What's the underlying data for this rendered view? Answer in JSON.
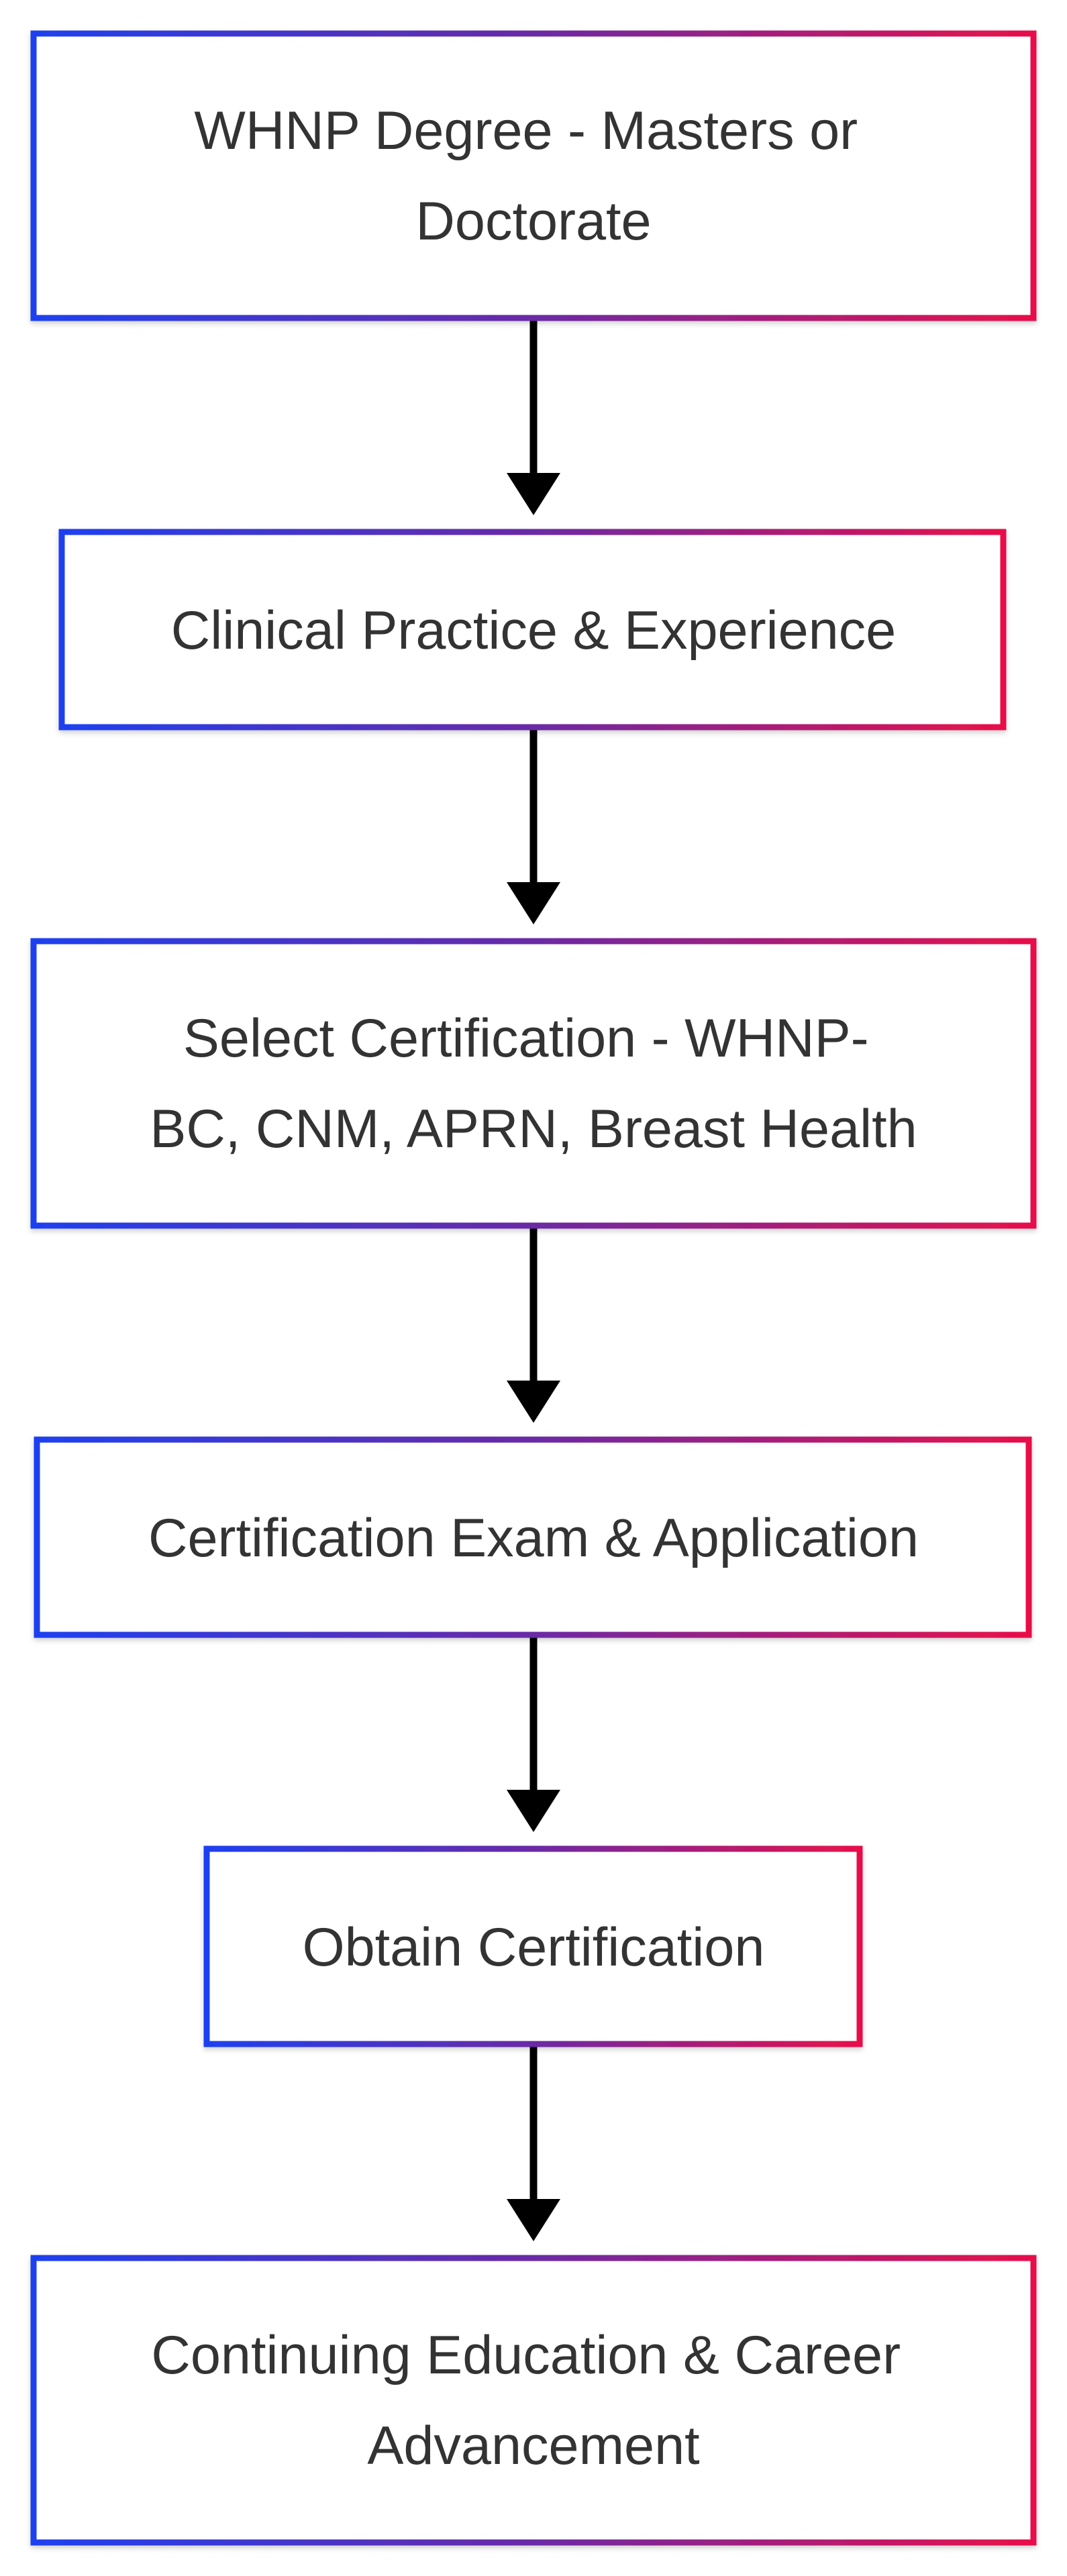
{
  "diagram": {
    "type": "flowchart",
    "direction": "top-to-bottom",
    "colors": {
      "border_start": "#1e40f0",
      "border_mid": "#6a2aa6",
      "border_end": "#e8104a",
      "node_fill": "#ffffff",
      "text": "#333333",
      "arrow": "#000000"
    },
    "nodes": [
      {
        "id": "degree",
        "lines": [
          "WHNP Degree - Masters or",
          "Doctorate"
        ]
      },
      {
        "id": "clinical",
        "lines": [
          "Clinical Practice & Experience"
        ]
      },
      {
        "id": "select",
        "lines": [
          "Select Certification - WHNP-",
          "BC, CNM, APRN, Breast Health"
        ]
      },
      {
        "id": "exam",
        "lines": [
          "Certification Exam & Application"
        ]
      },
      {
        "id": "obtain",
        "lines": [
          "Obtain Certification"
        ]
      },
      {
        "id": "continuing",
        "lines": [
          "Continuing Education & Career",
          "Advancement"
        ]
      }
    ],
    "edges": [
      {
        "from": "degree",
        "to": "clinical"
      },
      {
        "from": "clinical",
        "to": "select"
      },
      {
        "from": "select",
        "to": "exam"
      },
      {
        "from": "exam",
        "to": "obtain"
      },
      {
        "from": "obtain",
        "to": "continuing"
      }
    ]
  }
}
